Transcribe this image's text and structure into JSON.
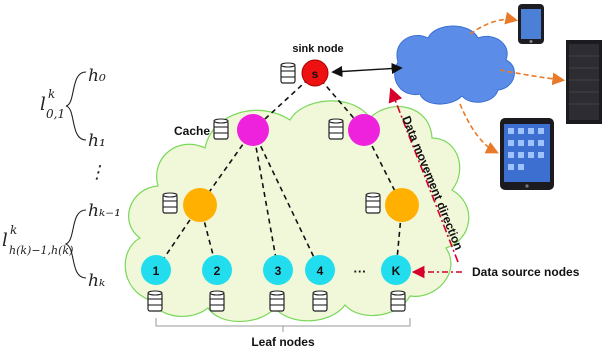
{
  "diagram": {
    "sink_label": "sink node",
    "sink_node": "s",
    "cache_label": "Cache",
    "leaf_nodes": [
      "1",
      "2",
      "3",
      "4",
      "K"
    ],
    "ellipsis": "···",
    "data_movement_label": "Data movement direction",
    "data_source_label": "Data source nodes",
    "leaf_nodes_label": "Leaf nodes",
    "levels": {
      "h0": "h₀",
      "h1": "h₁",
      "dots": "⋮",
      "hk_minus_1": "hₖ₋₁",
      "hk": "hₖ",
      "l_top_base": "l",
      "l_top_sup": "k",
      "l_top_sub": "0,1",
      "l_bottom_base": "l",
      "l_bottom_sup": "k",
      "l_bottom_sub": "h(k)−1,h(k)"
    },
    "colors": {
      "sink": "#ee1111",
      "cache": "#ee22dd",
      "aggregator": "#ffb000",
      "leaf": "#22ddee",
      "cloud_fill": "#f1f8d9",
      "cloud_edge": "#7ad85a",
      "internet_cloud": "#5b8de8",
      "orange_arrow": "#e87a2a",
      "red_arrow": "#d6002a"
    },
    "devices": [
      "smartphone-icon",
      "server-rack-icon",
      "tablet-icon"
    ]
  }
}
